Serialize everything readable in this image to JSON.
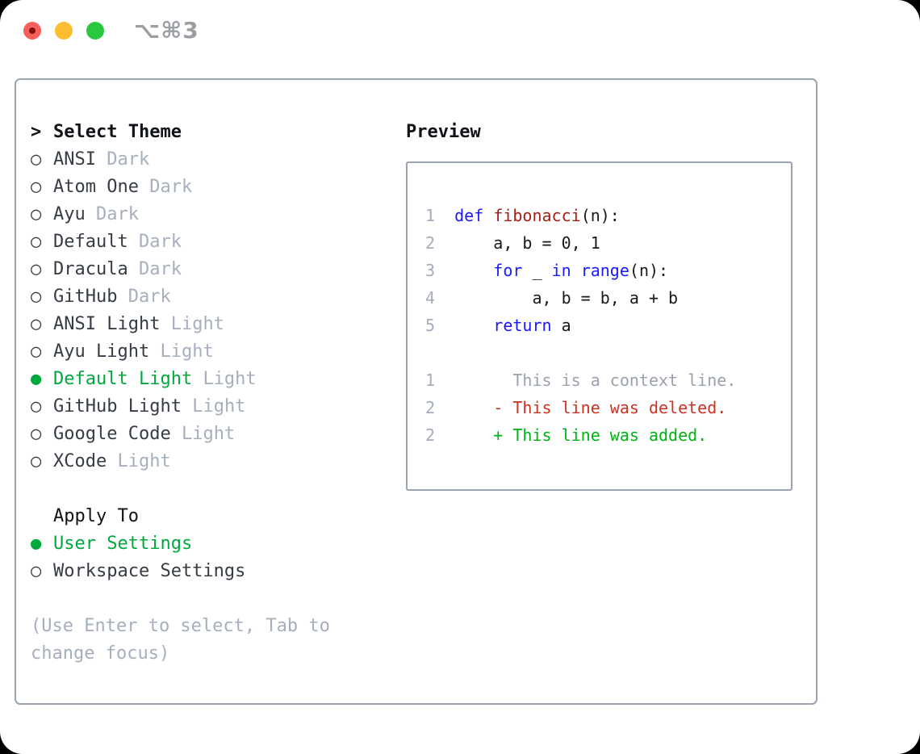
{
  "window": {
    "title": "⌥⌘3"
  },
  "theme_picker": {
    "heading_prefix": ">",
    "heading": "Select Theme",
    "items": [
      {
        "name": "ANSI",
        "variant": "Dark",
        "selected": false
      },
      {
        "name": "Atom One",
        "variant": "Dark",
        "selected": false
      },
      {
        "name": "Ayu",
        "variant": "Dark",
        "selected": false
      },
      {
        "name": "Default",
        "variant": "Dark",
        "selected": false
      },
      {
        "name": "Dracula",
        "variant": "Dark",
        "selected": false
      },
      {
        "name": "GitHub",
        "variant": "Dark",
        "selected": false
      },
      {
        "name": "ANSI Light",
        "variant": "Light",
        "selected": false
      },
      {
        "name": "Ayu Light",
        "variant": "Light",
        "selected": false
      },
      {
        "name": "Default Light",
        "variant": "Light",
        "selected": true
      },
      {
        "name": "GitHub Light",
        "variant": "Light",
        "selected": false
      },
      {
        "name": "Google Code",
        "variant": "Light",
        "selected": false
      },
      {
        "name": "XCode",
        "variant": "Light",
        "selected": false
      }
    ]
  },
  "apply_to": {
    "heading": "Apply To",
    "options": [
      {
        "label": "User Settings",
        "selected": true
      },
      {
        "label": "Workspace Settings",
        "selected": false
      }
    ]
  },
  "help_text": "(Use Enter to select, Tab to change focus)",
  "preview": {
    "heading": "Preview",
    "code_lines": [
      {
        "segments": [
          [
            "num",
            "1"
          ],
          [
            "plain",
            "  "
          ],
          [
            "kw",
            "def"
          ],
          [
            "plain",
            " "
          ],
          [
            "fn",
            "fibonacci"
          ],
          [
            "plain",
            "(n):"
          ]
        ]
      },
      {
        "segments": [
          [
            "num",
            "2"
          ],
          [
            "plain",
            "      a, b = 0, 1"
          ]
        ]
      },
      {
        "segments": [
          [
            "num",
            "3"
          ],
          [
            "plain",
            "      "
          ],
          [
            "kw",
            "for"
          ],
          [
            "plain",
            " _ "
          ],
          [
            "kw",
            "in"
          ],
          [
            "plain",
            " "
          ],
          [
            "kw",
            "range"
          ],
          [
            "plain",
            "(n):"
          ]
        ]
      },
      {
        "segments": [
          [
            "num",
            "4"
          ],
          [
            "plain",
            "          a, b = b, a + b"
          ]
        ]
      },
      {
        "segments": [
          [
            "num",
            "5"
          ],
          [
            "plain",
            "      "
          ],
          [
            "kw",
            "return"
          ],
          [
            "plain",
            " a"
          ]
        ]
      }
    ],
    "diff_lines": [
      {
        "segments": [
          [
            "num",
            "1"
          ],
          [
            "plain",
            "        "
          ],
          [
            "ctx",
            "This is a context line."
          ]
        ]
      },
      {
        "segments": [
          [
            "num",
            "2"
          ],
          [
            "plain",
            "      "
          ],
          [
            "del",
            "- This line was deleted."
          ]
        ]
      },
      {
        "segments": [
          [
            "num",
            "2"
          ],
          [
            "plain",
            "      "
          ],
          [
            "add",
            "+ This line was added."
          ]
        ]
      }
    ]
  },
  "icons": {
    "radio_selected": "●",
    "radio_unselected": "○"
  },
  "colors": {
    "traffic_red": "#f7605a",
    "traffic_red_dot": "#87100a",
    "traffic_yellow": "#fdbd30",
    "traffic_green": "#29c83f",
    "title_gray": "#9b9ea3",
    "border_gray": "#9aa3ae",
    "text_dark": "#363c44",
    "heading_black": "#101318",
    "muted_gray": "#a6afbd",
    "ui_green": "#00a83e",
    "keyword_blue": "#1a1aff",
    "function_red": "#a32012",
    "code_black": "#17191d",
    "diff_red": "#cd3122",
    "diff_green": "#00b214",
    "line_number_gray": "#a4adbb",
    "context_gray": "#9aa2ae"
  }
}
